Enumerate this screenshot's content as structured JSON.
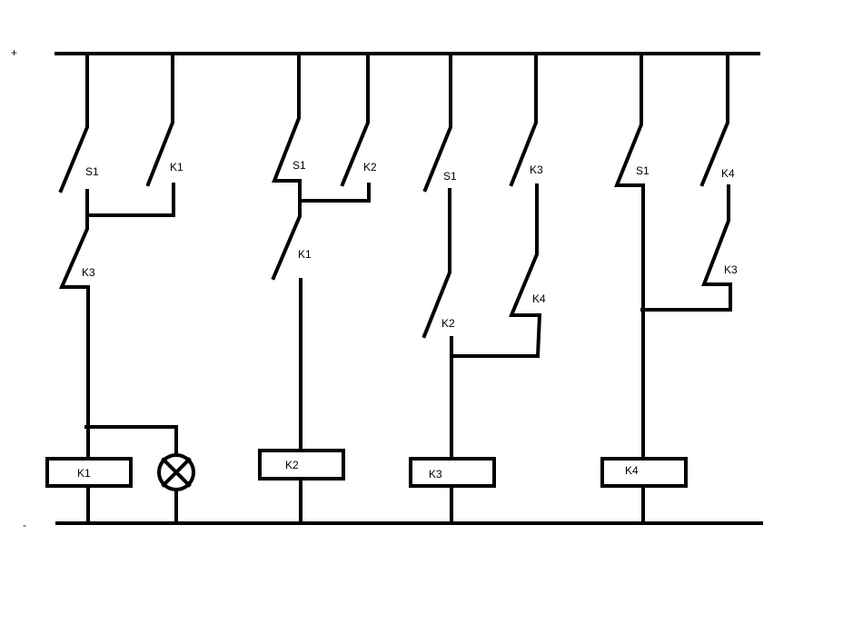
{
  "rails": {
    "plus": "+",
    "minus": "-"
  },
  "rung1": {
    "s1": "S1",
    "k1_contact": "K1",
    "k3": "K3",
    "coil": "K1"
  },
  "rung2": {
    "s1": "S1",
    "k2_contact": "K2",
    "k1": "K1",
    "coil": "K2"
  },
  "rung3": {
    "s1": "S1",
    "k3_contact": "K3",
    "k2": "K2",
    "k4": "K4",
    "coil": "K3"
  },
  "rung4": {
    "s1": "S1",
    "k4_contact": "K4",
    "k3": "K3",
    "coil": "K4"
  },
  "colors": {
    "line": "#000000",
    "background": "#ffffff"
  },
  "icons": {
    "lamp": "lamp-icon"
  }
}
